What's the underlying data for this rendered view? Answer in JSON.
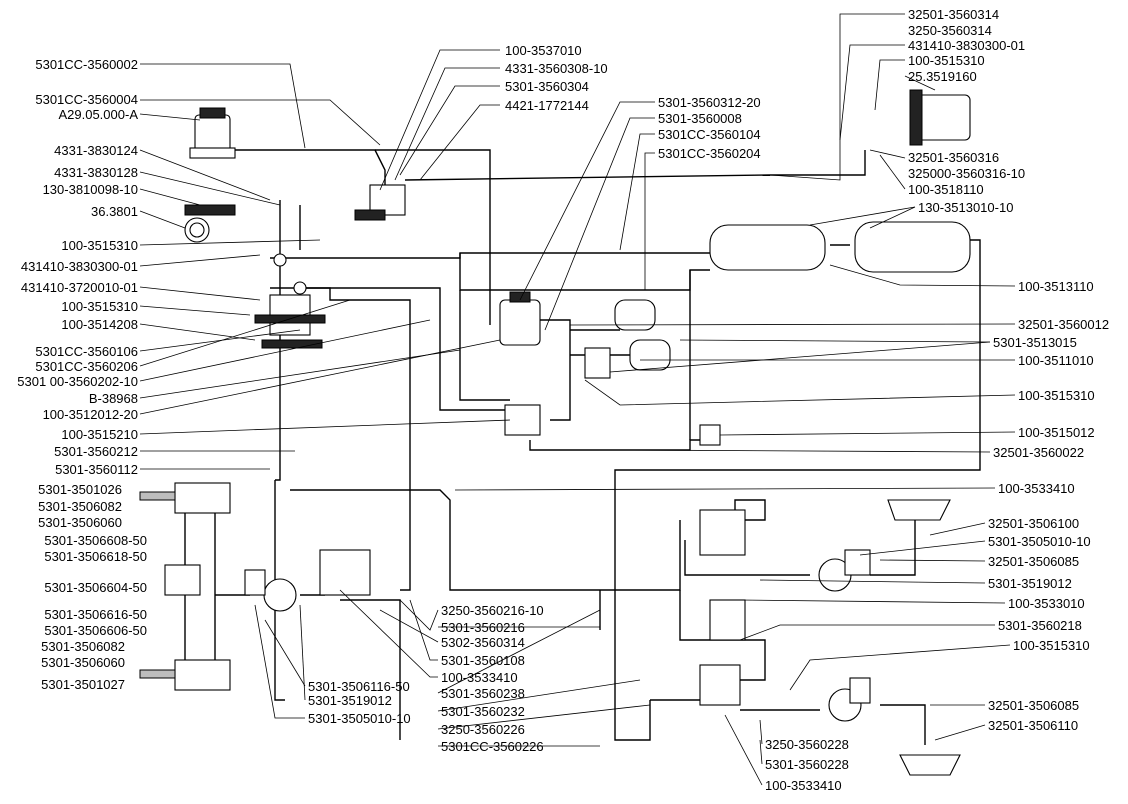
{
  "labels_left": [
    "5301CC-3560002",
    "5301CC-3560004",
    "A29.05.000-A",
    "4331-3830124",
    "4331-3830128",
    "130-3810098-10",
    "36.3801",
    "100-3515310",
    "431410-3830300-01",
    "431410-3720010-01",
    "100-3515310",
    "100-3514208",
    "5301CC-3560106",
    "5301CC-3560206",
    "5301 00-3560202-10",
    "B-38968",
    "100-3512012-20",
    "100-3515210",
    "5301-3560212",
    "5301-3560112",
    "5301-3501026",
    "5301-3506082",
    "5301-3506060",
    "5301-3506608-50",
    "5301-3506618-50",
    "5301-3506604-50",
    "5301-3506616-50",
    "5301-3506606-50",
    "5301-3506082",
    "5301-3506060",
    "5301-3501027"
  ],
  "labels_top_center": [
    "100-3537010",
    "4331-3560308-10",
    "5301-3560304",
    "4421-1772144",
    "5301-3560312-20",
    "5301-3560008",
    "5301CC-3560104",
    "5301CC-3560204"
  ],
  "labels_top_right": [
    "32501-3560314",
    "3250-3560314",
    "431410-3830300-01",
    "100-3515310",
    "25.3519160",
    "32501-3560316",
    "325000-3560316-10",
    "100-3518110",
    "130-3513010-10"
  ],
  "labels_right": [
    "100-3513110",
    "32501-3560012",
    "5301-3513015",
    "100-3511010",
    "100-3515310",
    "100-3515012",
    "32501-3560022",
    "100-3533410",
    "32501-3506100",
    "5301-3505010-10",
    "32501-3506085",
    "5301-3519012",
    "100-3533010",
    "5301-3560218",
    "100-3515310",
    "32501-3506085",
    "32501-3506110"
  ],
  "labels_bottom": [
    "5301-3506116-50",
    "5301-3519012",
    "5301-3505010-10",
    "3250-3560216-10",
    "5301-3560216",
    "5302-3560314",
    "5301-3560108",
    "100-3533410",
    "5301-3560238",
    "5301-3560232",
    "3250-3560226",
    "5301CC-3560226",
    "3250-3560228",
    "5301-3560228",
    "100-3533410"
  ]
}
